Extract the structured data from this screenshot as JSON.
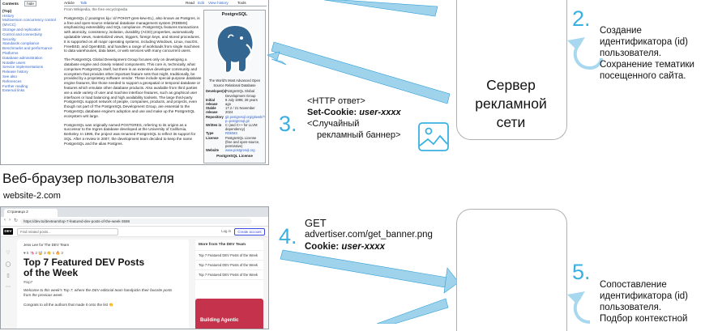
{
  "colors": {
    "accent": "#3ab0e2",
    "arrow": "#9fd3ec",
    "server": "#2f9fd8",
    "lines": "#3ab0e2"
  },
  "browser1": {
    "toc": {
      "title": "Contents",
      "hide": "hide",
      "items": [
        "(Top)",
        "History",
        "Multiversion concurrency control (MVCC)",
        "Storage and replication",
        "Control and connectivity",
        "Security",
        "Standards compliance",
        "Benchmarks and performance",
        "Platforms",
        "Database administration",
        "Notable users",
        "Service implementations",
        "Release history",
        "See also",
        "References",
        "Further reading",
        "External links"
      ]
    },
    "tabs": {
      "article": "Article",
      "talk": "Talk",
      "read": "Read",
      "edit": "Edit",
      "history": "View history",
      "tools": "Tools"
    },
    "from_line": "From Wikipedia, the free encyclopedia",
    "para1": "PostgreSQL (/ˌpoʊstɡrɛsˌkjuːˈɛl/ POHST-gres-kew-EL), also known as Postgres, is a free and open-source relational database management system (RDBMS) emphasizing extensibility and SQL compliance. PostgreSQL features transactions with atomicity, consistency, isolation, durability (ACID) properties, automatically updatable views, materialized views, triggers, foreign keys, and stored procedures. It is supported on all major operating systems, including Windows, Linux, macOS, FreeBSD, and OpenBSD, and handles a range of workloads from single machines to data warehouses, data lakes, or web services with many concurrent users.",
    "para2": "The PostgreSQL Global Development Group focuses only on developing a database engine and closely related components. This core is, technically, what comprises PostgreSQL itself, but there is an extensive developer community and ecosystem that provides other important feature sets that might, traditionally, be provided by a proprietary software vendor. These include special-purpose database engine features, like those needed to support a geospatial or temporal database or features which emulate other database products. Also available from third parties are a wide variety of user and machine interface features, such as graphical user interfaces or load balancing and high availability toolsets. The large third-party PostgreSQL support network of people, companies, products, and projects, even though not part of The PostgreSQL Development Group, are essential to the PostgreSQL database engine's adoption and use and make up the PostgreSQL ecosystem writ large.",
    "para3": "PostgreSQL was originally named POSTGRES, referring to its origins as a successor to the Ingres database developed at the University of California, Berkeley. In 1996, the project was renamed PostgreSQL to reflect its support for SQL. After a review in 2007, the development team decided to keep the name PostgreSQL and the alias Postgres.",
    "infobox": {
      "title": "PostgreSQL",
      "caption": "The World's Most Advanced Open Source Relational Database",
      "rows": [
        {
          "k": "Developer(s)",
          "v": "PostgreSQL Global Development Group"
        },
        {
          "k": "Initial release",
          "v": "8 July 1996; 28 years ago"
        },
        {
          "k": "Stable release",
          "v": "17.2 / 21 November 2024"
        },
        {
          "k": "Repository",
          "v": "git.postgresql.org/gitweb/?p=postgresql.git"
        },
        {
          "k": "Written in",
          "v": "C (and C++ for LLVM dependency)"
        },
        {
          "k": "Type",
          "v": "RDBMS"
        },
        {
          "k": "License",
          "v": "PostgreSQL License (free and open-source, permissive)"
        },
        {
          "k": "Website",
          "v": "www.postgresql.org"
        }
      ],
      "footer": "PostgreSQL License"
    }
  },
  "browser2": {
    "tab": "Страница 2",
    "url": "https://dev.to/devteam/top-7-featured-dev-posts-of-the-week-3598",
    "search": "Find related posts...",
    "logo": "DEV",
    "login": "Log in",
    "create": "Create account",
    "author": "Jess Lee for The DEV Team",
    "reactions": "♥ 5   🦄 2   🤯 3   👏 1   🔥 3",
    "title": "Top 7 Featured DEV Posts of the Week",
    "tag": "#top7",
    "intro": "Welcome to this week's Top 7, where the DEV editorial team handpicks their favorite posts from the previous week.",
    "congrats": "Congrats to all the authors that made it onto the list 👏",
    "side_head": "More from The DEV Team",
    "side_items": [
      "Top 7 Featured DEV Posts of the Week",
      "Top 7 Featured DEV Posts of the Week",
      "Top 7 Featured DEV Posts of the Week"
    ],
    "promo": "Building Agentic"
  },
  "labels": {
    "user_browser": "Веб-браузер пользователя",
    "site2": "website-2.com",
    "server": [
      "Сервер",
      "рекламной",
      "сети"
    ]
  },
  "step2": {
    "num": "2.",
    "text": [
      "Создание",
      "идентификатора (id)",
      "пользователя.",
      "Сохранение тематики",
      "посещенного сайта."
    ]
  },
  "step3": {
    "num": "3.",
    "lines": [
      "<HTTP ответ>",
      "Set-Cookie: user-xxxx",
      "<Случайный",
      "рекламный баннер>"
    ]
  },
  "step4": {
    "num": "4.",
    "lines": [
      "GET",
      "advertiser.com/get_banner.png",
      "Cookie: user-xxxx"
    ]
  },
  "step5": {
    "num": "5.",
    "text": [
      "Сопоставление",
      "идентификатора (id)",
      "пользователя.",
      "Подбор контекстной"
    ]
  }
}
